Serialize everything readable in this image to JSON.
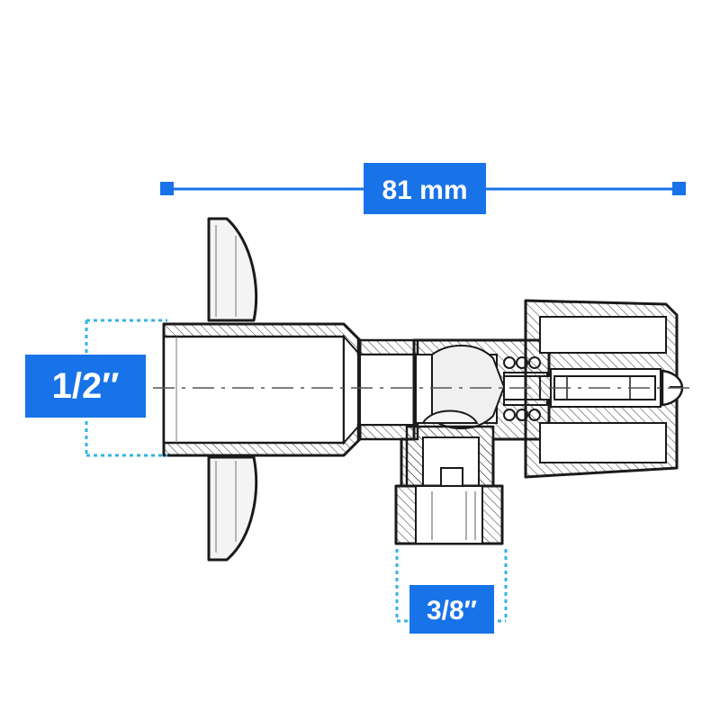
{
  "dimensions": {
    "overall_length": "81 mm",
    "inlet_size": "1/2″",
    "outlet_size": "3/8″"
  },
  "colors": {
    "accent": "#1873e8",
    "dotted": "#33b4e6",
    "stroke": "#1a1a1a",
    "fill_light": "#f2f2f2",
    "background": "#ffffff"
  }
}
